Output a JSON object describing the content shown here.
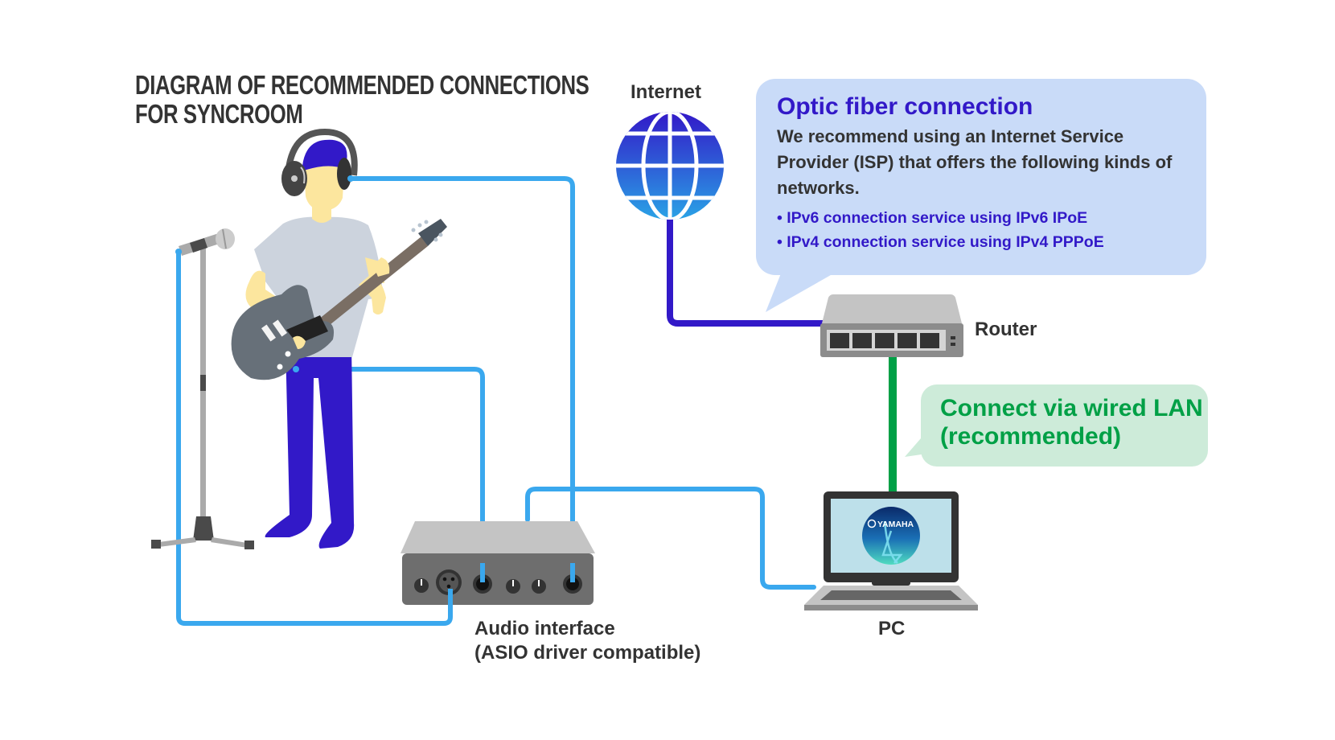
{
  "title": {
    "line1": "DIAGRAM OF RECOMMENDED CONNECTIONS",
    "line2": "FOR SYNCROOM"
  },
  "internet": {
    "label": "Internet",
    "icon": "globe-icon"
  },
  "optic_fiber_bubble": {
    "title": "Optic fiber connection",
    "description": "We recommend using an Internet Service Provider (ISP) that offers the following kinds of networks.",
    "items": [
      "• IPv6 connection service using IPv6 IPoE",
      "• IPv4 connection service using IPv4 PPPoE"
    ]
  },
  "router": {
    "label": "Router",
    "icon": "router-icon",
    "port_count": 5
  },
  "wired_lan_bubble": {
    "line1": "Connect via wired LAN",
    "line2": "(recommended)"
  },
  "pc": {
    "label": "PC",
    "icon": "laptop-icon",
    "screen_logo": "YAMAHA"
  },
  "audio_interface": {
    "label_line1": "Audio interface",
    "label_line2": "(ASIO driver compatible)",
    "icon": "audio-interface-icon"
  },
  "performer": {
    "icons": [
      "headphones-icon",
      "electric-guitar-icon",
      "microphone-stand-icon",
      "person-icon"
    ]
  },
  "colors": {
    "audio_cable": "#3aa8ee",
    "internet_cable": "#3219c8",
    "lan_cable": "#00a046",
    "optic_bubble_bg": "#c9dbf8",
    "optic_title": "#3219c8",
    "lan_bubble_bg": "#cdebd9",
    "lan_text": "#00a046",
    "text_dark": "#333333"
  }
}
